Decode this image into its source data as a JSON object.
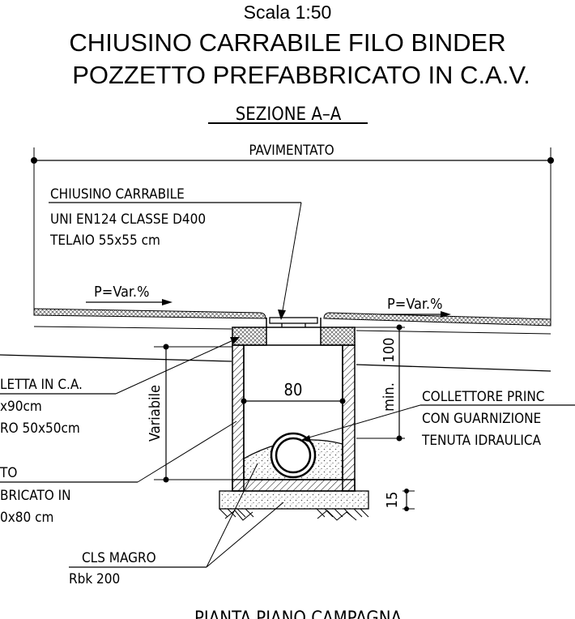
{
  "header": {
    "scale": "Scala 1:50",
    "title_line1": "CHIUSINO CARRABILE FILO BINDER",
    "title_line2": "POZZETTO PREFABBRICATO IN C.A.V."
  },
  "section": {
    "title": "SEZIONE A–A",
    "pavement": "PAVIMENTATO",
    "slope_left": "P=Var.%",
    "slope_right": "P=Var.%"
  },
  "callouts": {
    "manhole": {
      "line1": "CHIUSINO CARRABILE",
      "line2": "UNI EN124 CLASSE D400",
      "line3": "TELAIO 55x55 cm"
    },
    "slab": {
      "line1": "LETTA IN C.A.",
      "line2": "x90cm",
      "line3": "RO 50x50cm"
    },
    "well": {
      "line1": "TO",
      "line2": "BRICATO IN",
      "line3": "0x80 cm"
    },
    "collector": {
      "line1": "COLLETTORE PRINC",
      "line2": "CON GUARNIZIONE",
      "line3": "TENUTA IDRAULICA"
    },
    "lean_concrete": {
      "line1": "CLS MAGRO",
      "line2": "Rbk 200"
    }
  },
  "dimensions": {
    "inner_width": "80",
    "variable": "Variabile",
    "min_label": "min.",
    "min_value": "100",
    "base_thickness": "15"
  },
  "footer": {
    "plan_title": "PIANTA PIANO CAMPAGNA"
  }
}
